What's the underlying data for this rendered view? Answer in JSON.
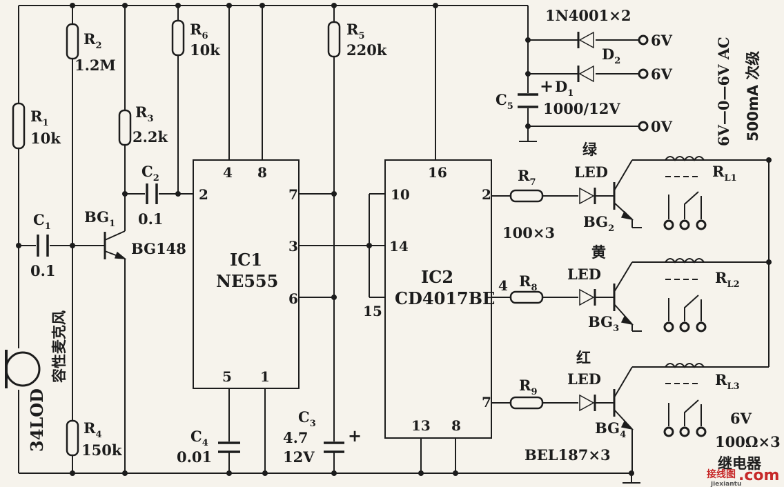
{
  "microphone": {
    "model": "34LOD",
    "type": "容性麦克风"
  },
  "resistors": {
    "r1": {
      "name": "R",
      "sub": "1",
      "value": "10k"
    },
    "r2": {
      "name": "R",
      "sub": "2",
      "value": "1.2M"
    },
    "r3": {
      "name": "R",
      "sub": "3",
      "value": "2.2k"
    },
    "r4": {
      "name": "R",
      "sub": "4",
      "value": "150k"
    },
    "r5": {
      "name": "R",
      "sub": "5",
      "value": "220k"
    },
    "r6": {
      "name": "R",
      "sub": "6",
      "value": "10k"
    },
    "r7": {
      "name": "R",
      "sub": "7"
    },
    "r8": {
      "name": "R",
      "sub": "8"
    },
    "r9": {
      "name": "R",
      "sub": "9"
    },
    "r7_9_value": "100×3"
  },
  "capacitors": {
    "c1": {
      "name": "C",
      "sub": "1",
      "value": "0.1"
    },
    "c2": {
      "name": "C",
      "sub": "2",
      "value": "0.1"
    },
    "c3": {
      "name": "C",
      "sub": "3",
      "value": "4.7",
      "voltage": "12V",
      "polarity": "+"
    },
    "c4": {
      "name": "C",
      "sub": "4",
      "value": "0.01"
    },
    "c5": {
      "name": "C",
      "sub": "5",
      "value": "1000/12V",
      "polarity": "+"
    }
  },
  "transistors": {
    "bg1": {
      "name": "BG",
      "sub": "1",
      "model": "BG148"
    },
    "bg2": {
      "name": "BG",
      "sub": "2"
    },
    "bg3": {
      "name": "BG",
      "sub": "3"
    },
    "bg4": {
      "name": "BG",
      "sub": "4"
    },
    "bg2_4_model": "BEL187×3"
  },
  "ic1": {
    "name": "IC1",
    "part": "NE555",
    "pins": {
      "p2": "2",
      "p3": "3",
      "p4": "4",
      "p5": "5",
      "p6": "6",
      "p7": "7",
      "p8": "8",
      "p1": "1"
    }
  },
  "ic2": {
    "name": "IC2",
    "part": "CD4017BE",
    "pins": {
      "p16": "16",
      "p10": "10",
      "p14": "14",
      "p15": "15",
      "p13": "13",
      "p8": "8",
      "p2": "2",
      "p4": "4",
      "p7": "7"
    }
  },
  "leds": {
    "green": {
      "color": "绿",
      "label": "LED"
    },
    "yellow": {
      "color": "黄",
      "label": "LED"
    },
    "red": {
      "color": "红",
      "label": "LED"
    }
  },
  "relays": {
    "rl1": {
      "name": "R",
      "sub": "L1"
    },
    "rl2": {
      "name": "R",
      "sub": "L2"
    },
    "rl3": {
      "name": "R",
      "sub": "L3"
    },
    "spec_voltage": "6V",
    "spec_value": "100Ω×3",
    "label": "继电器"
  },
  "power": {
    "diodes": "1N4001×2",
    "d1": {
      "name": "D",
      "sub": "1"
    },
    "d2": {
      "name": "D",
      "sub": "2"
    },
    "term1": "6V",
    "term2": "6V",
    "term3": "0V",
    "transformer_voltage": "6V—0—6V AC",
    "transformer_spec": "500mA 次级"
  },
  "watermark": {
    "brand": "接线图",
    "domain": "jiexiantu",
    "suffix": ".com"
  }
}
